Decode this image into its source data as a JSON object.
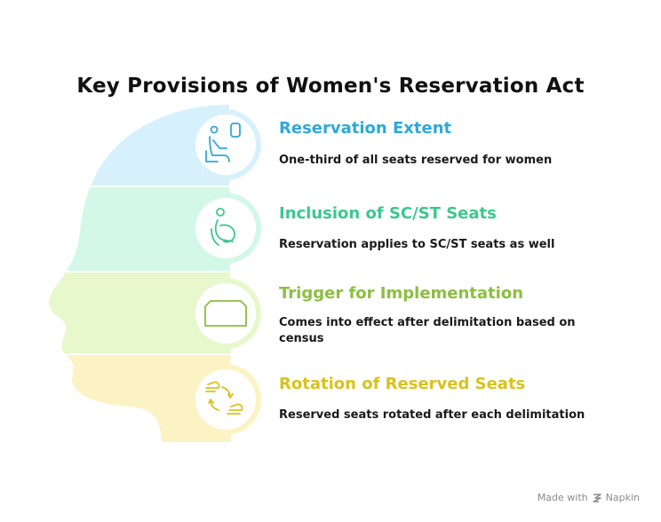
{
  "title": "Key Provisions of Women's Reservation Act",
  "items": [
    {
      "title": "Reservation Extent",
      "description": "One-third of all seats reserved for women",
      "color": "#2fa8d8",
      "band": "#d6f1fb",
      "icon": "seat-icon"
    },
    {
      "title": "Inclusion of SC/ST Seats",
      "description": "Reservation applies to SC/ST seats as well",
      "color": "#3cc88e",
      "band": "#d3f8e8",
      "icon": "seated-person-icon"
    },
    {
      "title": "Trigger for Implementation",
      "description": "Comes into effect after delimitation based on census",
      "color": "#8cbf3f",
      "band": "#e6f8cc",
      "icon": "ticket-icon"
    },
    {
      "title": "Rotation of Reserved Seats",
      "description": "Reserved seats rotated after each delimitation",
      "color": "#d9c21c",
      "band": "#fbf3c4",
      "icon": "rotation-icon"
    }
  ],
  "footer": {
    "made_with": "Made with",
    "brand": "Napkin"
  }
}
